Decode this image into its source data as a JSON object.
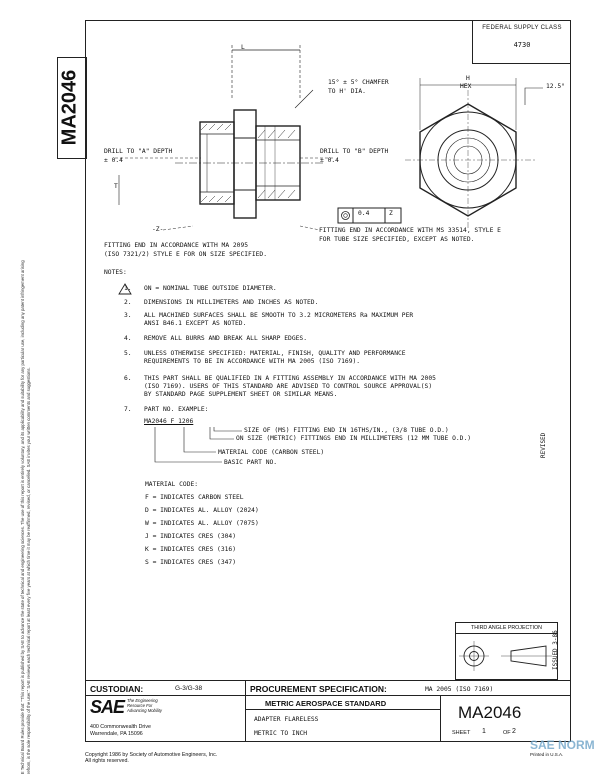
{
  "doc_id": "MA2046",
  "federal_supply_class": {
    "label": "FEDERAL SUPPLY CLASS",
    "value": "4730"
  },
  "drawing": {
    "dim_L": "L",
    "chamfer_line1": "15° ± 5° CHAMFER",
    "chamfer_line2": "TO H' DIA.",
    "drill_a_line1": "DRILL TO \"A\" DEPTH",
    "drill_a_line2": "± 0.4",
    "drill_b_line1": "DRILL TO \"B\" DEPTH",
    "drill_b_line2": "± 0.4",
    "dim_T": "T",
    "datum_z": "-Z-",
    "fitting_left_line1": "FITTING END IN ACCORDANCE WITH MA 2095",
    "fitting_left_line2": "(ISO 7321/2) STYLE E FOR ON SIZE SPECIFIED.",
    "hex_H": "H",
    "hex_label": "HEX",
    "angle": "12.5°",
    "tolerance_value": "0.4",
    "tolerance_datum": "Z",
    "fitting_right_line1": "FITTING END IN ACCORDANCE WITH MS 33514, STYLE E",
    "fitting_right_line2": "FOR TUBE SIZE SPECIFIED, EXCEPT AS NOTED."
  },
  "notes": {
    "title": "NOTES:",
    "items": [
      {
        "num": "1.",
        "lines": [
          "ON = NOMINAL TUBE OUTSIDE DIAMETER."
        ]
      },
      {
        "num": "2.",
        "lines": [
          "DIMENSIONS IN MILLIMETERS AND INCHES AS NOTED."
        ]
      },
      {
        "num": "3.",
        "lines": [
          "ALL MACHINED SURFACES SHALL BE SMOOTH TO 3.2 MICROMETERS Ra MAXIMUM PER",
          "ANSI B46.1 EXCEPT AS NOTED."
        ]
      },
      {
        "num": "4.",
        "lines": [
          "REMOVE ALL BURRS AND BREAK ALL SHARP EDGES."
        ]
      },
      {
        "num": "5.",
        "lines": [
          "UNLESS OTHERWISE SPECIFIED: MATERIAL, FINISH, QUALITY AND PERFORMANCE",
          "REQUIREMENTS TO BE IN ACCORDANCE WITH MA 2005 (ISO 7169)."
        ]
      },
      {
        "num": "6.",
        "lines": [
          "THIS PART SHALL BE QUALIFIED IN A FITTING ASSEMBLY IN ACCORDANCE WITH MA 2005",
          "(ISO 7169). USERS OF THIS STANDARD ARE ADVISED TO CONTROL SOURCE APPROVAL(S)",
          "BY STANDARD PAGE SUPPLEMENT SHEET OR SIMILAR MEANS."
        ]
      },
      {
        "num": "7.",
        "lines": [
          "PART NO. EXAMPLE:"
        ]
      }
    ],
    "example_part": "MA2046 F 1206",
    "callout_size": "SIZE OF (MS) FITTING END IN 16THS/IN., (3/8 TUBE O.D.)",
    "callout_on": "ON SIZE (METRIC) FITTINGS END IN MILLIMETERS (12 MM TUBE O.D.)",
    "callout_material": "MATERIAL CODE (CARBON STEEL)",
    "callout_basic": "BASIC PART NO.",
    "material_title": "MATERIAL CODE:",
    "materials": [
      "F = INDICATES CARBON STEEL",
      "D = INDICATES AL. ALLOY (2024)",
      "W = INDICATES AL. ALLOY (7075)",
      "J = INDICATES CRES (304)",
      "K = INDICATES CRES (316)",
      "S = INDICATES CRES (347)"
    ]
  },
  "side_labels": {
    "revised": "REVISED",
    "issued": "ISSUED 3-86"
  },
  "projection": {
    "title": "THIRD ANGLE PROJECTION"
  },
  "title_block": {
    "custodian_label": "CUSTODIAN:",
    "custodian_value": "G-3/G-38",
    "procurement_label": "PROCUREMENT SPECIFICATION:",
    "procurement_value": "MA 2005 (ISO 7169)",
    "standard_type": "METRIC AEROSPACE STANDARD",
    "title_line1": "ADAPTER FLARELESS",
    "title_line2": "METRIC TO INCH",
    "doc_id": "MA2046",
    "sheet_label": "SHEET",
    "sheet_num": "1",
    "of_label": "OF",
    "sheet_total": "2",
    "sae_logo": "SAE",
    "sae_tagline1": "The Engineering",
    "sae_tagline2": "Resource For",
    "sae_tagline3": "Advancing Mobility",
    "address1": "400 Commonwealth Drive",
    "address2": "Warrendale, PA 15096",
    "printed": "Printed in U.S.A."
  },
  "copyright_line1": "Copyright 1986 by Society of Automotive Engineers, Inc.",
  "copyright_line2": "All rights reserved.",
  "watermark": "SAE NORM",
  "legal_text": "SAE Technical Board Rules provide that: \"This report is published by SAE to advance the state of technical and engineering sciences. The use of this report is entirely voluntary, and its applicability and suitability for any particular use, including any patent infringement arising therefrom, is the sole responsibility of the user.\" SAE reviews each technical report at least every five years at which time it may be reaffirmed, revised, or cancelled. SAE invites your written comments and suggestions."
}
